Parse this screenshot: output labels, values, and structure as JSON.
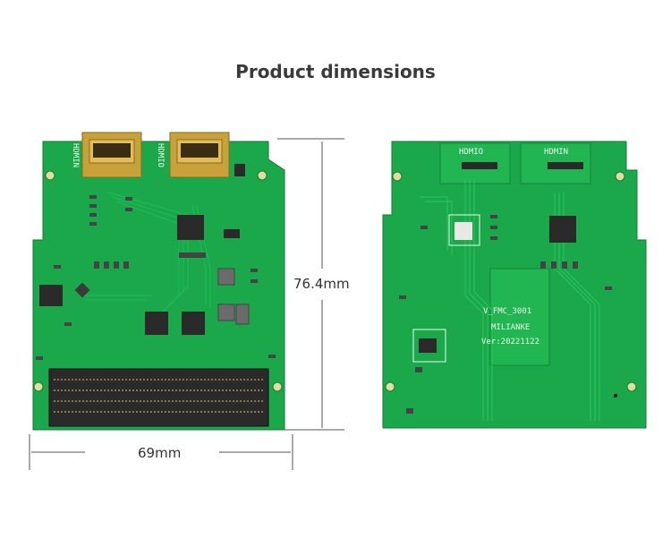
{
  "title": "Product dimensions",
  "dimensions": {
    "height": "76.4mm",
    "width": "69mm"
  },
  "board_labels": {
    "front_hdmi_in": "HDMIN",
    "front_hdmi_out": "HDMIO",
    "back_hdmi_out": "HDMIO",
    "back_hdmi_in": "HDMIN",
    "model": "V_FMC_3001",
    "maker": "MILIANKE",
    "version": "Ver:20221122"
  },
  "colors": {
    "pcb": "#1aa84a",
    "pcb_dark": "#128a3a",
    "connector": "#2a2a2a",
    "hdmi_gold": "#c9a13a"
  }
}
